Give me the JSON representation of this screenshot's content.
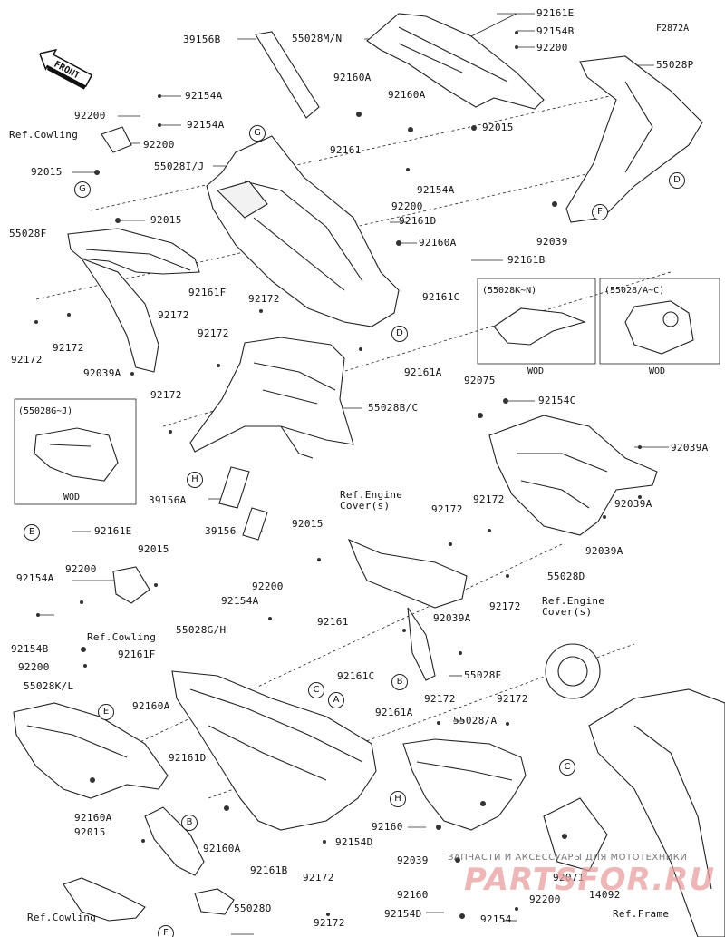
{
  "diagram_code": "F2872A",
  "front_label": "FRONT",
  "wod_label": "WOD",
  "boxes": {
    "k_n": "(55028K~N)",
    "a_c": "(55028/A~C)",
    "g_j": "(55028G~J)"
  },
  "callouts": {
    "A": "A",
    "B": "B",
    "C": "C",
    "D": "D",
    "E": "E",
    "F": "F",
    "G": "G",
    "H": "H"
  },
  "refs": {
    "cowling": "Ref.Cowling",
    "engine_cover": "Ref.Engine\nCover(s)",
    "engine_cover_b": "Ref.Engine\nCover(s)",
    "frame": "Ref.Frame"
  },
  "parts": {
    "p1": "92161E",
    "p2": "92154B",
    "p3": "92200",
    "p4": "55028P",
    "p5": "39156B",
    "p6": "55028M/N",
    "p7": "92160A",
    "p8": "92160A",
    "p9": "92015",
    "p10": "92154A",
    "p11": "92200",
    "p12": "92154A",
    "p13": "92200",
    "p14": "92015",
    "p15": "55028I/J",
    "p16": "92161",
    "p17": "92154A",
    "p18": "92200",
    "p19": "92039",
    "p20": "92161D",
    "p21": "92160A",
    "p22": "92015",
    "p23": "55028F",
    "p24": "92161B",
    "p25": "92161F",
    "p26": "92172",
    "p27": "92161C",
    "p28": "92172",
    "p29": "92172",
    "p30": "92172",
    "p31": "92161A",
    "p32": "92039A",
    "p33": "92172",
    "p34": "92172",
    "p35": "92075",
    "p36": "92154C",
    "p37": "55028B/C",
    "p38": "92039A",
    "p39": "39156A",
    "p40": "92039A",
    "p41": "39156",
    "p42": "92015",
    "p43": "92172",
    "p44": "92172",
    "p45": "92161E",
    "p46": "92039A",
    "p47": "92015",
    "p48": "55028D",
    "p49": "92154A",
    "p50": "92200",
    "p51": "92200",
    "p52": "92154A",
    "p53": "92172",
    "p54": "92161",
    "p55": "55028G/H",
    "p56": "92039A",
    "p57": "92154B",
    "p58": "92161F",
    "p59": "92200",
    "p60": "55028E",
    "p61": "92161C",
    "p62": "55028K/L",
    "p63": "92160A",
    "p64": "92172",
    "p65": "92172",
    "p66": "92161A",
    "p67": "55028/A",
    "p68": "92161D",
    "p69": "92160A",
    "p70": "92015",
    "p71": "92160A",
    "p72": "92160",
    "p73": "92154D",
    "p74": "92039",
    "p75": "92161B",
    "p76": "92172",
    "p77": "92160",
    "p78": "92071",
    "p79": "14092",
    "p80": "92200",
    "p81": "92154D",
    "p82": "92154",
    "p83": "55028O",
    "p84": "92172"
  },
  "watermark": {
    "small": "ЗАПЧАСТИ И АКСЕССУАРЫ ДЛЯ МОТОТЕХНИКИ",
    "big": "PARTSFOR.RU"
  }
}
